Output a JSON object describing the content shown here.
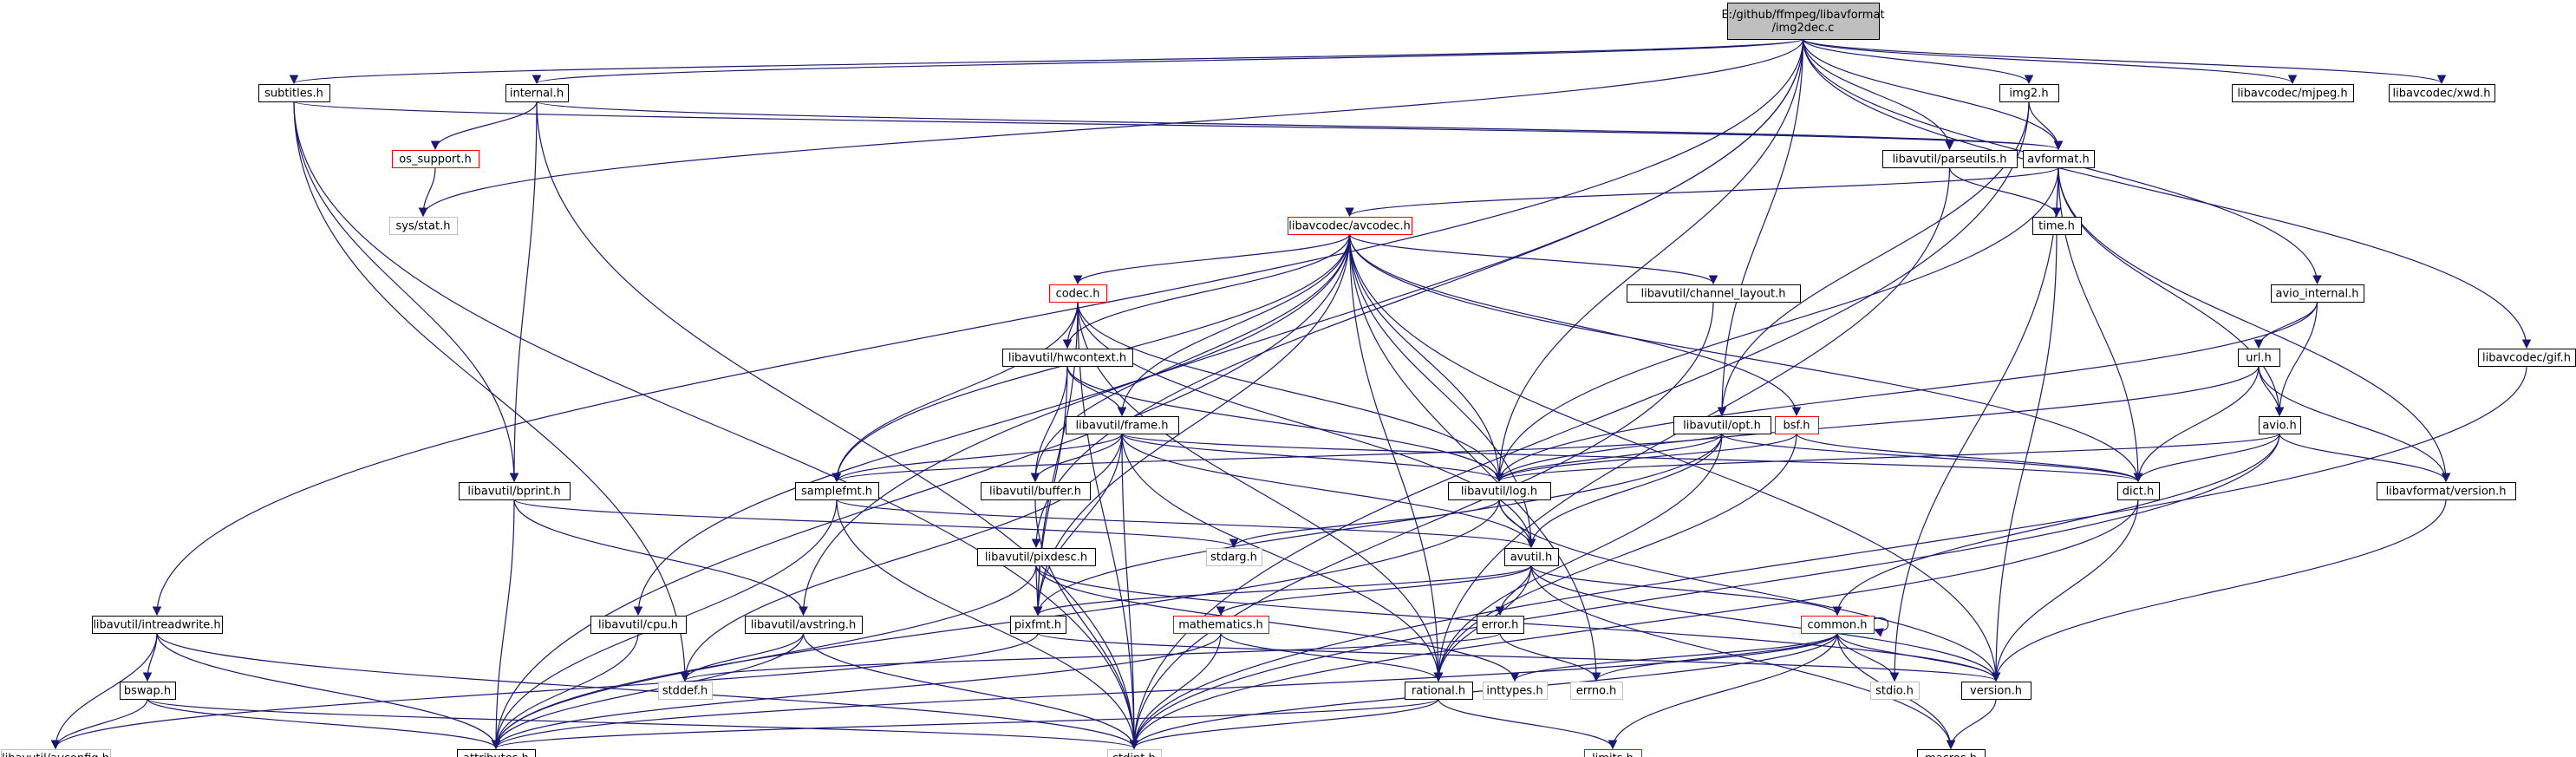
{
  "graph": {
    "root": "img2dec",
    "colors": {
      "edge": "#191970",
      "border_normal": "#000000",
      "border_truncated": "#ff0000",
      "border_external": "#bfbfbf",
      "root_fill": "#bfbfbf",
      "fill": "#ffffff",
      "text": "#000000"
    },
    "nodes": [
      {
        "id": "img2dec",
        "label": [
          "E:/github/ffmpeg/libavformat",
          "/img2dec.c"
        ],
        "style": "root"
      },
      {
        "id": "subtitles",
        "label": [
          "subtitles.h"
        ],
        "style": "normal"
      },
      {
        "id": "internal",
        "label": [
          "internal.h"
        ],
        "style": "normal"
      },
      {
        "id": "img2",
        "label": [
          "img2.h"
        ],
        "style": "normal"
      },
      {
        "id": "mjpeg",
        "label": [
          "libavcodec/mjpeg.h"
        ],
        "style": "normal"
      },
      {
        "id": "xwd",
        "label": [
          "libavcodec/xwd.h"
        ],
        "style": "normal"
      },
      {
        "id": "os_support",
        "label": [
          "os_support.h"
        ],
        "style": "truncated"
      },
      {
        "id": "sysstat",
        "label": [
          "sys/stat.h"
        ],
        "style": "external"
      },
      {
        "id": "parseutils",
        "label": [
          "libavutil/parseutils.h"
        ],
        "style": "normal"
      },
      {
        "id": "avformat",
        "label": [
          "avformat.h"
        ],
        "style": "normal"
      },
      {
        "id": "avcodec",
        "label": [
          "libavcodec/avcodec.h"
        ],
        "style": "truncated"
      },
      {
        "id": "timeh",
        "label": [
          "time.h"
        ],
        "style": "normal"
      },
      {
        "id": "codec",
        "label": [
          "codec.h"
        ],
        "style": "truncated"
      },
      {
        "id": "channel_layout",
        "label": [
          "libavutil/channel_layout.h"
        ],
        "style": "normal"
      },
      {
        "id": "avio_internal",
        "label": [
          "avio_internal.h"
        ],
        "style": "normal"
      },
      {
        "id": "hwcontext",
        "label": [
          "libavutil/hwcontext.h"
        ],
        "style": "normal"
      },
      {
        "id": "url",
        "label": [
          "url.h"
        ],
        "style": "normal"
      },
      {
        "id": "gif",
        "label": [
          "libavcodec/gif.h"
        ],
        "style": "normal"
      },
      {
        "id": "frame",
        "label": [
          "libavutil/frame.h"
        ],
        "style": "normal"
      },
      {
        "id": "opt",
        "label": [
          "libavutil/opt.h"
        ],
        "style": "normal"
      },
      {
        "id": "bsf",
        "label": [
          "bsf.h"
        ],
        "style": "truncated"
      },
      {
        "id": "avio",
        "label": [
          "avio.h"
        ],
        "style": "normal"
      },
      {
        "id": "bprint",
        "label": [
          "libavutil/bprint.h"
        ],
        "style": "normal"
      },
      {
        "id": "samplefmt",
        "label": [
          "samplefmt.h"
        ],
        "style": "normal"
      },
      {
        "id": "buffer",
        "label": [
          "libavutil/buffer.h"
        ],
        "style": "normal"
      },
      {
        "id": "log",
        "label": [
          "libavutil/log.h"
        ],
        "style": "normal"
      },
      {
        "id": "dict",
        "label": [
          "dict.h"
        ],
        "style": "normal"
      },
      {
        "id": "fmtversion",
        "label": [
          "libavformat/version.h"
        ],
        "style": "normal"
      },
      {
        "id": "stdarg",
        "label": [
          "stdarg.h"
        ],
        "style": "external"
      },
      {
        "id": "pixdesc",
        "label": [
          "libavutil/pixdesc.h"
        ],
        "style": "normal"
      },
      {
        "id": "avutil",
        "label": [
          "avutil.h"
        ],
        "style": "normal"
      },
      {
        "id": "intreadwrite",
        "label": [
          "libavutil/intreadwrite.h"
        ],
        "style": "normal"
      },
      {
        "id": "cpu",
        "label": [
          "libavutil/cpu.h"
        ],
        "style": "normal"
      },
      {
        "id": "avstring",
        "label": [
          "libavutil/avstring.h"
        ],
        "style": "normal"
      },
      {
        "id": "pixfmt",
        "label": [
          "pixfmt.h"
        ],
        "style": "normal"
      },
      {
        "id": "mathematics",
        "label": [
          "mathematics.h"
        ],
        "style": "truncated"
      },
      {
        "id": "error",
        "label": [
          "error.h"
        ],
        "style": "normal"
      },
      {
        "id": "common",
        "label": [
          "common.h"
        ],
        "style": "truncated"
      },
      {
        "id": "bswap",
        "label": [
          "bswap.h"
        ],
        "style": "normal"
      },
      {
        "id": "stddef",
        "label": [
          "stddef.h"
        ],
        "style": "external"
      },
      {
        "id": "rational",
        "label": [
          "rational.h"
        ],
        "style": "normal"
      },
      {
        "id": "inttypes",
        "label": [
          "inttypes.h"
        ],
        "style": "external"
      },
      {
        "id": "errno",
        "label": [
          "errno.h"
        ],
        "style": "external"
      },
      {
        "id": "stdio",
        "label": [
          "stdio.h"
        ],
        "style": "external"
      },
      {
        "id": "version",
        "label": [
          "version.h"
        ],
        "style": "normal"
      },
      {
        "id": "avconfig",
        "label": [
          "libavutil/avconfig.h"
        ],
        "style": "external"
      },
      {
        "id": "attributes",
        "label": [
          "attributes.h"
        ],
        "style": "normal"
      },
      {
        "id": "stdint",
        "label": [
          "stdint.h"
        ],
        "style": "external"
      },
      {
        "id": "limits",
        "label": [
          "limits.h"
        ],
        "style": "truncated"
      },
      {
        "id": "macros",
        "label": [
          "macros.h"
        ],
        "style": "normal"
      }
    ],
    "edges": [
      [
        "img2dec",
        "subtitles"
      ],
      [
        "img2dec",
        "internal"
      ],
      [
        "img2dec",
        "img2"
      ],
      [
        "img2dec",
        "mjpeg"
      ],
      [
        "img2dec",
        "xwd"
      ],
      [
        "img2dec",
        "sysstat"
      ],
      [
        "img2dec",
        "parseutils"
      ],
      [
        "img2dec",
        "avformat"
      ],
      [
        "img2dec",
        "avio_internal"
      ],
      [
        "img2dec",
        "gif"
      ],
      [
        "img2dec",
        "intreadwrite"
      ],
      [
        "img2dec",
        "opt"
      ],
      [
        "img2dec",
        "log"
      ],
      [
        "img2dec",
        "pixdesc"
      ],
      [
        "img2dec",
        "avstring"
      ],
      [
        "subtitles",
        "avformat"
      ],
      [
        "subtitles",
        "bprint"
      ],
      [
        "subtitles",
        "stddef"
      ],
      [
        "subtitles",
        "stdint"
      ],
      [
        "internal",
        "os_support"
      ],
      [
        "internal",
        "avformat"
      ],
      [
        "internal",
        "bprint"
      ],
      [
        "internal",
        "stdint"
      ],
      [
        "os_support",
        "sysstat"
      ],
      [
        "img2",
        "avformat"
      ],
      [
        "img2",
        "opt"
      ],
      [
        "img2",
        "stdint"
      ],
      [
        "parseutils",
        "timeh"
      ],
      [
        "parseutils",
        "rational"
      ],
      [
        "avformat",
        "avcodec"
      ],
      [
        "avformat",
        "timeh"
      ],
      [
        "avformat",
        "stdio"
      ],
      [
        "avformat",
        "log"
      ],
      [
        "avformat",
        "dict"
      ],
      [
        "avformat",
        "avio"
      ],
      [
        "avformat",
        "fmtversion"
      ],
      [
        "avcodec",
        "codec"
      ],
      [
        "avcodec",
        "channel_layout"
      ],
      [
        "avcodec",
        "hwcontext"
      ],
      [
        "avcodec",
        "frame"
      ],
      [
        "avcodec",
        "bsf"
      ],
      [
        "avcodec",
        "samplefmt"
      ],
      [
        "avcodec",
        "buffer"
      ],
      [
        "avcodec",
        "log"
      ],
      [
        "avcodec",
        "dict"
      ],
      [
        "avcodec",
        "avutil"
      ],
      [
        "avcodec",
        "cpu"
      ],
      [
        "avcodec",
        "pixfmt"
      ],
      [
        "avcodec",
        "rational"
      ],
      [
        "avcodec",
        "attributes"
      ],
      [
        "avcodec",
        "errno"
      ],
      [
        "avcodec",
        "version"
      ],
      [
        "timeh",
        "version"
      ],
      [
        "codec",
        "hwcontext"
      ],
      [
        "codec",
        "samplefmt"
      ],
      [
        "codec",
        "log"
      ],
      [
        "codec",
        "avutil"
      ],
      [
        "codec",
        "pixfmt"
      ],
      [
        "codec",
        "rational"
      ],
      [
        "codec",
        "stdint"
      ],
      [
        "channel_layout",
        "stdint"
      ],
      [
        "avio_internal",
        "url"
      ],
      [
        "avio_internal",
        "avio"
      ],
      [
        "avio_internal",
        "log"
      ],
      [
        "hwcontext",
        "buffer"
      ],
      [
        "hwcontext",
        "frame"
      ],
      [
        "hwcontext",
        "log"
      ],
      [
        "hwcontext",
        "pixfmt"
      ],
      [
        "url",
        "avio"
      ],
      [
        "url",
        "dict"
      ],
      [
        "url",
        "log"
      ],
      [
        "url",
        "fmtversion"
      ],
      [
        "gif",
        "stdint"
      ],
      [
        "frame",
        "samplefmt"
      ],
      [
        "frame",
        "buffer"
      ],
      [
        "frame",
        "log"
      ],
      [
        "frame",
        "dict"
      ],
      [
        "frame",
        "avutil"
      ],
      [
        "frame",
        "pixfmt"
      ],
      [
        "frame",
        "rational"
      ],
      [
        "frame",
        "stddef"
      ],
      [
        "frame",
        "stdint"
      ],
      [
        "opt",
        "samplefmt"
      ],
      [
        "opt",
        "log"
      ],
      [
        "opt",
        "dict"
      ],
      [
        "opt",
        "avutil"
      ],
      [
        "opt",
        "pixfmt"
      ],
      [
        "opt",
        "rational"
      ],
      [
        "bsf",
        "log"
      ],
      [
        "bsf",
        "dict"
      ],
      [
        "bsf",
        "rational"
      ],
      [
        "avio",
        "log"
      ],
      [
        "avio",
        "dict"
      ],
      [
        "avio",
        "fmtversion"
      ],
      [
        "avio",
        "common"
      ],
      [
        "avio",
        "stdint"
      ],
      [
        "bprint",
        "stdarg"
      ],
      [
        "bprint",
        "avstring"
      ],
      [
        "bprint",
        "attributes"
      ],
      [
        "samplefmt",
        "avutil"
      ],
      [
        "samplefmt",
        "attributes"
      ],
      [
        "samplefmt",
        "stdint"
      ],
      [
        "buffer",
        "stdint"
      ],
      [
        "log",
        "stdarg"
      ],
      [
        "log",
        "avutil"
      ],
      [
        "log",
        "attributes"
      ],
      [
        "log",
        "version"
      ],
      [
        "dict",
        "version"
      ],
      [
        "dict",
        "stdint"
      ],
      [
        "fmtversion",
        "version"
      ],
      [
        "pixdesc",
        "pixfmt"
      ],
      [
        "pixdesc",
        "attributes"
      ],
      [
        "pixdesc",
        "inttypes"
      ],
      [
        "pixdesc",
        "version"
      ],
      [
        "avutil",
        "common"
      ],
      [
        "avutil",
        "error"
      ],
      [
        "avutil",
        "mathematics"
      ],
      [
        "avutil",
        "rational"
      ],
      [
        "avutil",
        "version"
      ],
      [
        "avutil",
        "macros"
      ],
      [
        "avutil",
        "pixfmt"
      ],
      [
        "intreadwrite",
        "bswap"
      ],
      [
        "intreadwrite",
        "avconfig"
      ],
      [
        "intreadwrite",
        "attributes"
      ],
      [
        "intreadwrite",
        "stdint"
      ],
      [
        "cpu",
        "attributes"
      ],
      [
        "avstring",
        "stddef"
      ],
      [
        "avstring",
        "attributes"
      ],
      [
        "avstring",
        "stdint"
      ],
      [
        "pixfmt",
        "avconfig"
      ],
      [
        "pixfmt",
        "version"
      ],
      [
        "mathematics",
        "rational"
      ],
      [
        "mathematics",
        "attributes"
      ],
      [
        "mathematics",
        "stdint"
      ],
      [
        "error",
        "errno"
      ],
      [
        "error",
        "stddef"
      ],
      [
        "common",
        "errno"
      ],
      [
        "common",
        "inttypes"
      ],
      [
        "common",
        "stdio"
      ],
      [
        "common",
        "version"
      ],
      [
        "common",
        "attributes"
      ],
      [
        "common",
        "stdint"
      ],
      [
        "common",
        "limits"
      ],
      [
        "common",
        "macros"
      ],
      [
        "common",
        "common"
      ],
      [
        "bswap",
        "avconfig"
      ],
      [
        "bswap",
        "attributes"
      ],
      [
        "bswap",
        "stdint"
      ],
      [
        "rational",
        "attributes"
      ],
      [
        "rational",
        "stdint"
      ],
      [
        "rational",
        "limits"
      ],
      [
        "version",
        "macros"
      ]
    ]
  }
}
